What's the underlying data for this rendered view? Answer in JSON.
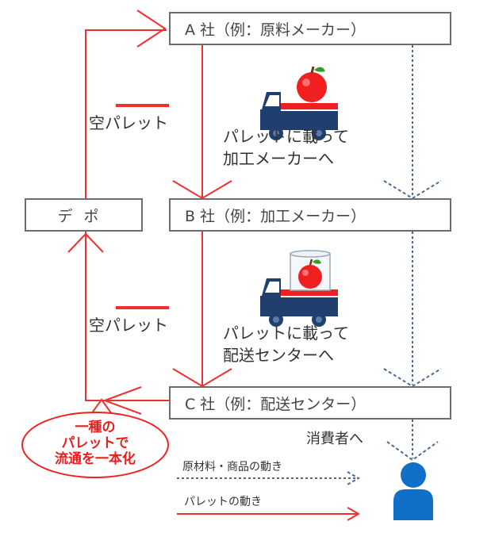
{
  "boxes": {
    "a": "A 社（例：原料メーカー）",
    "b": "B 社（例：加工メーカー）",
    "c": "C 社（例：配送センター）",
    "depot": "デポ"
  },
  "labels": {
    "empty_pallet_1": "空パレット",
    "empty_pallet_2": "空パレット",
    "flow1_line1": "パレットに載って",
    "flow1_line2": "加工メーカーへ",
    "flow2_line1": "パレットに載って",
    "flow2_line2": "配送センターへ",
    "consumer": "消費者へ"
  },
  "callout": {
    "line1": "一種の",
    "line2": "パレットで",
    "line3": "流通を一本化"
  },
  "legend": {
    "goods": "原材料・商品の動き",
    "pallet": "パレットの動き"
  },
  "colors": {
    "pallet_flow": "#f03030",
    "goods_flow": "#4a6a98",
    "truck": "#1f3f6e",
    "truck_bed": "#f02020",
    "person": "#1070c8",
    "box_border": "#6e6e6e"
  },
  "icons": [
    "truck-icon",
    "apple-icon",
    "juice-glass-icon",
    "person-icon"
  ]
}
